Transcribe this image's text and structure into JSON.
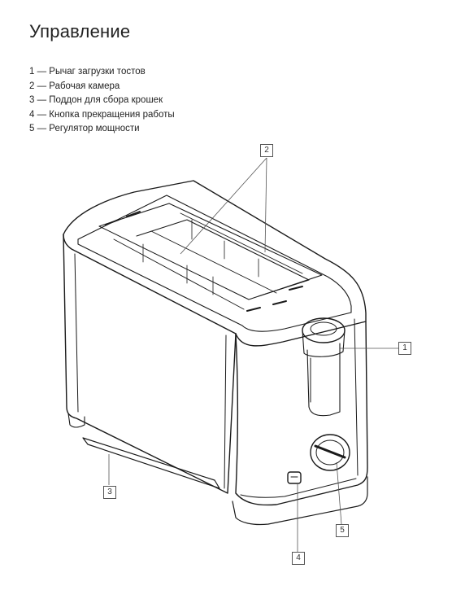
{
  "title": "Управление",
  "legend": [
    {
      "number": "1",
      "text": "1 — Рычаг загрузки тостов"
    },
    {
      "number": "2",
      "text": "2 — Рабочая камера"
    },
    {
      "number": "3",
      "text": "3 — Поддон для сбора крошек"
    },
    {
      "number": "4",
      "text": "4 — Кнопка прекращения работы"
    },
    {
      "number": "5",
      "text": "5 — Регулятор мощности"
    }
  ],
  "callouts": {
    "c1": "1",
    "c2": "2",
    "c3": "3",
    "c4": "4",
    "c5": "5"
  },
  "colors": {
    "line": "#1a1a1a",
    "leader": "#555555",
    "background": "#ffffff"
  }
}
